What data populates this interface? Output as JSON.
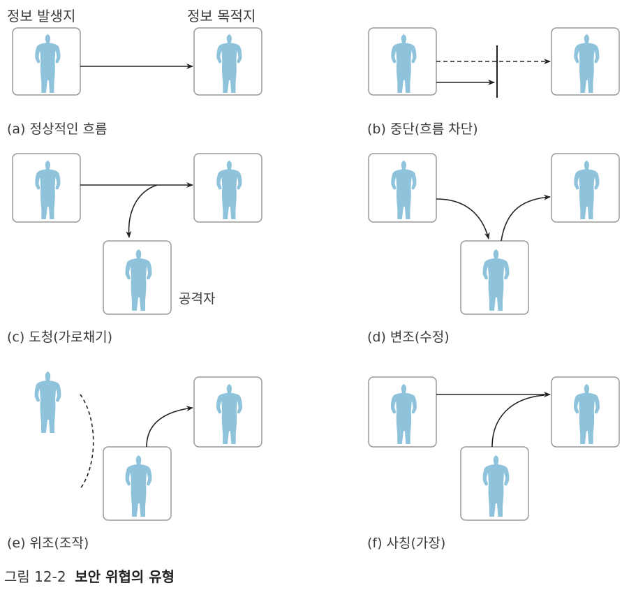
{
  "header": {
    "source": "정보 발생지",
    "destination": "정보 목적지"
  },
  "panels": [
    {
      "label": "(a) 정상적인 흐름"
    },
    {
      "label": "(b) 중단(흐름 차단)"
    },
    {
      "label": "(c) 도청(가로채기)",
      "attacker": "공격자"
    },
    {
      "label": "(d) 변조(수정)"
    },
    {
      "label": "(e) 위조(조작)"
    },
    {
      "label": "(f) 사칭(가장)"
    }
  ],
  "caption": {
    "number": "그림 12-2",
    "title": "보안 위협의 유형"
  },
  "colors": {
    "figure": "#8fc3dc",
    "box": "#999999",
    "arrow": "#222222"
  }
}
